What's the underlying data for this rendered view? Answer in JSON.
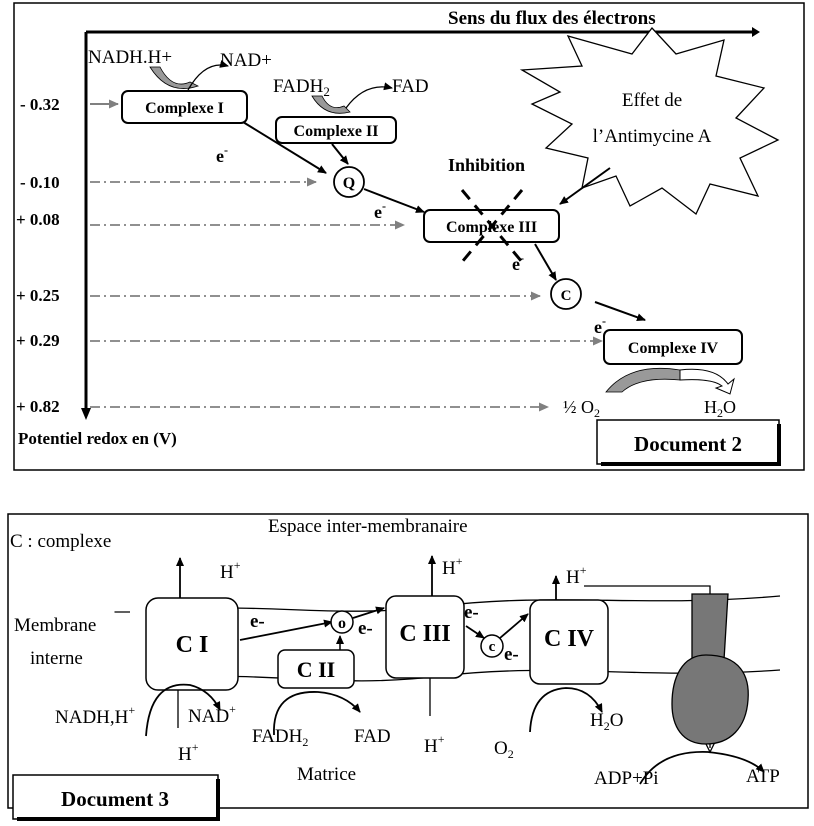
{
  "doc2": {
    "flux_label": "Sens du flux des électrons",
    "axis_label": "Potentiel redox en (V)",
    "potentials": [
      "- 0.32",
      "- 0.10",
      "+ 0.08",
      "+ 0.25",
      "+ 0.29",
      "+ 0.82"
    ],
    "nadh": "NADH.H+",
    "nad": "NAD+",
    "fadh2": "FADH",
    "fadh2_sub": "2",
    "fad": "FAD",
    "complexe1": "Complexe I",
    "complexe2": "Complexe II",
    "complexe3": "Complexe III",
    "complexe4": "Complexe IV",
    "q": "Q",
    "c": "C",
    "e": "e",
    "e_sup": "-",
    "inhibition": "Inhibition",
    "effet_line1": "Effet de",
    "effet_line2": "l’Antimycine A",
    "half": "½ O",
    "o2_sub": "2",
    "h2o_h": "H",
    "h2o_sub": "2",
    "h2o_o": "O",
    "document_label": "Document 2"
  },
  "doc3": {
    "legend": "C : complexe",
    "intermembrane": "Espace inter-membranaire",
    "membrane_line1": "Membrane",
    "membrane_line2": "interne",
    "matrice": "Matrice",
    "c1": "C I",
    "c2": "C II",
    "c3": "C III",
    "c4": "C IV",
    "o": "o",
    "c": "c",
    "e_minus": "e-",
    "h": "H",
    "plus": "+",
    "nadh": "NADH,H",
    "nad": "NAD",
    "fadh": "FADH",
    "sub2": "2",
    "fad": "FAD",
    "o2_o": "O",
    "h2o_h": "H",
    "h2o_o": "O",
    "adp": "ADP+Pi",
    "atp": "ATP",
    "document_label": "Document 3"
  }
}
